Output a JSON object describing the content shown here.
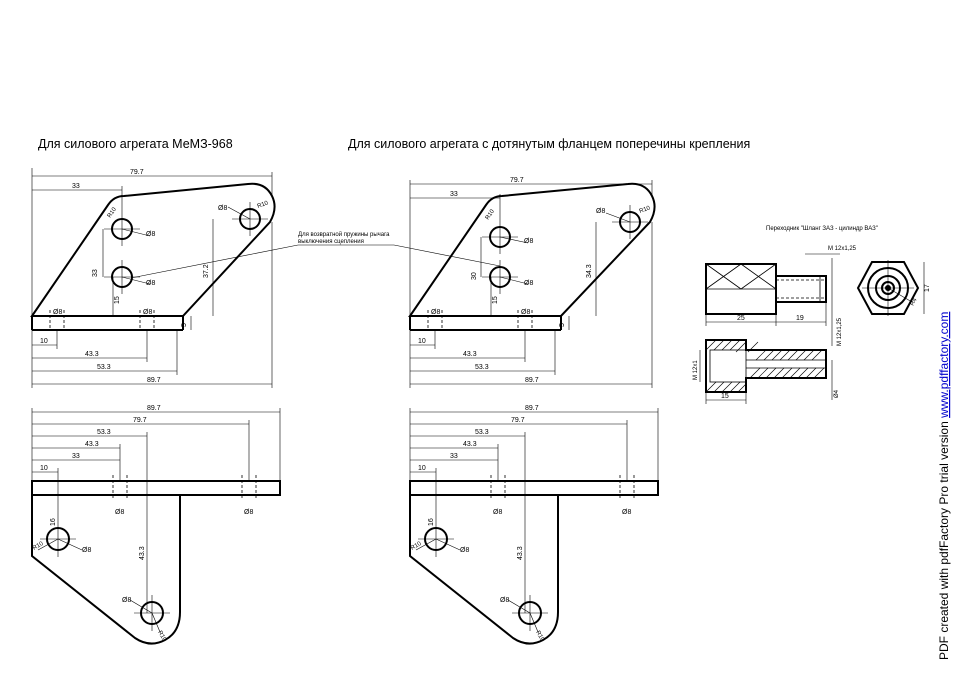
{
  "titles": {
    "left": "Для силового агрегата МеМЗ-968",
    "right": "Для силового агрегата с дотянутым фланцем поперечины крепления"
  },
  "note": {
    "line1": "Для возвратной пружины рычага",
    "line2": "выключения сцепления"
  },
  "adapter": {
    "title": "Переходник \"Шланг ЗАЗ - цилиндр ВАЗ\"",
    "thread_top": "M 12х1,25",
    "thread_side": "M 12х1,25",
    "thread_left": "M 12х1",
    "dim_25": "25",
    "dim_19": "19",
    "dim_15": "15",
    "dia_4": "Ø4",
    "r4": "R4",
    "dim_17": "17"
  },
  "top_left": {
    "d797": "79.7",
    "d33": "33",
    "d897": "89.7",
    "d533": "53.3",
    "d433": "43.3",
    "d10": "10",
    "d33v": "33",
    "d15v": "15",
    "d372": "37.2",
    "d5": "5",
    "phi8a": "Ø8",
    "phi8b": "Ø8",
    "phi8c": "Ø8",
    "phi8d": "Ø8",
    "phi8e": "Ø8",
    "r10a": "R10",
    "r10b": "R10"
  },
  "top_right": {
    "d797": "79.7",
    "d33": "33",
    "d897": "89.7",
    "d533": "53.3",
    "d433": "43.3",
    "d10": "10",
    "d30v": "30",
    "d15v": "15",
    "d343": "34.3",
    "d5": "5",
    "phi8a": "Ø8",
    "phi8b": "Ø8",
    "phi8c": "Ø8",
    "phi8d": "Ø8",
    "phi8e": "Ø8",
    "r10a": "R10",
    "r10b": "R10"
  },
  "bottom_left": {
    "d897": "89.7",
    "d797": "79.7",
    "d533": "53.3",
    "d433": "43.3",
    "d33": "33",
    "d10": "10",
    "phi8a": "Ø8",
    "phi8b": "Ø8",
    "phi8c": "Ø8",
    "phi8d": "Ø8",
    "d16": "16",
    "d433v": "43.3",
    "r10a": "R10",
    "r10b": "R10"
  },
  "bottom_right": {
    "d897": "89.7",
    "d797": "79.7",
    "d533": "53.3",
    "d433": "43.3",
    "d33": "33",
    "d10": "10",
    "phi8a": "Ø8",
    "phi8b": "Ø8",
    "phi8c": "Ø8",
    "phi8d": "Ø8",
    "d16": "16",
    "d433v": "43.3",
    "r10a": "R10",
    "r10b": "R10"
  },
  "watermark": {
    "text": "PDF created with pdfFactory Pro trial version ",
    "link": "www.pdffactory.com"
  }
}
